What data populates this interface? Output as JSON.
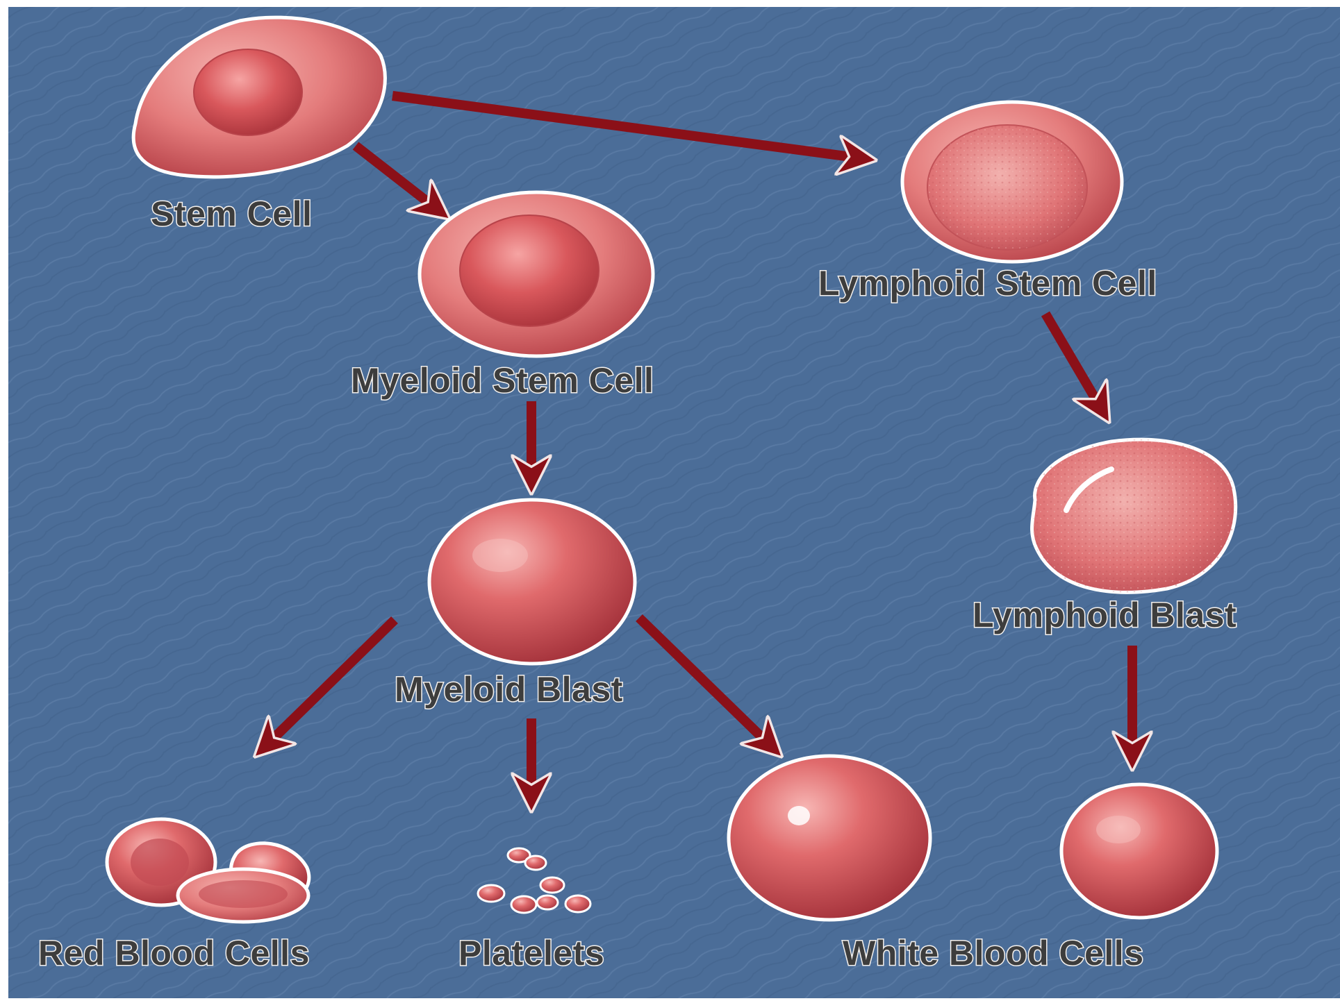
{
  "diagram": {
    "background_color": "#4b6d98",
    "cell_color": "#d8585c",
    "arrow_color": "#8b1018",
    "nodes": {
      "stem_cell": {
        "label": "Stem Cell"
      },
      "myeloid_stem_cell": {
        "label": "Myeloid Stem Cell"
      },
      "lymphoid_stem_cell": {
        "label": "Lymphoid Stem Cell"
      },
      "myeloid_blast": {
        "label": "Myeloid Blast"
      },
      "lymphoid_blast": {
        "label": "Lymphoid Blast"
      },
      "red_blood_cells": {
        "label": "Red Blood Cells"
      },
      "platelets": {
        "label": "Platelets"
      },
      "white_blood_cells": {
        "label": "White Blood Cells"
      }
    },
    "edges": [
      {
        "from": "Stem Cell",
        "to": "Myeloid Stem Cell"
      },
      {
        "from": "Stem Cell",
        "to": "Lymphoid Stem Cell"
      },
      {
        "from": "Myeloid Stem Cell",
        "to": "Myeloid Blast"
      },
      {
        "from": "Myeloid Blast",
        "to": "Red Blood Cells"
      },
      {
        "from": "Myeloid Blast",
        "to": "Platelets"
      },
      {
        "from": "Myeloid Blast",
        "to": "White Blood Cells"
      },
      {
        "from": "Lymphoid Stem Cell",
        "to": "Lymphoid Blast"
      },
      {
        "from": "Lymphoid Blast",
        "to": "White Blood Cells"
      }
    ]
  }
}
